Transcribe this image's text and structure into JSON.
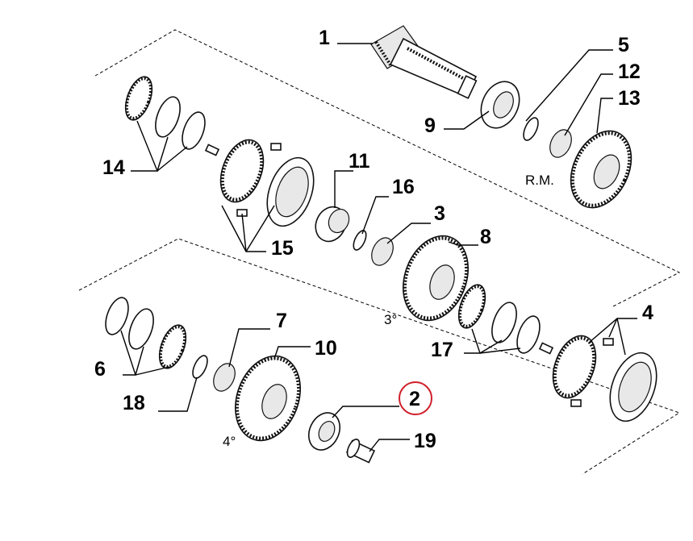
{
  "callouts": {
    "c1": "1",
    "c2": "2",
    "c3": "3",
    "c4": "4",
    "c5": "5",
    "c6": "6",
    "c7": "7",
    "c8": "8",
    "c9": "9",
    "c10": "10",
    "c11": "11",
    "c12": "12",
    "c13": "13",
    "c14": "14",
    "c15": "15",
    "c16": "16",
    "c17": "17",
    "c18": "18",
    "c19": "19"
  },
  "notes": {
    "rm": "R.M.",
    "third": "3°",
    "fourth": "4°"
  },
  "highlight": {
    "color": "#d0202a",
    "callout": "2"
  }
}
